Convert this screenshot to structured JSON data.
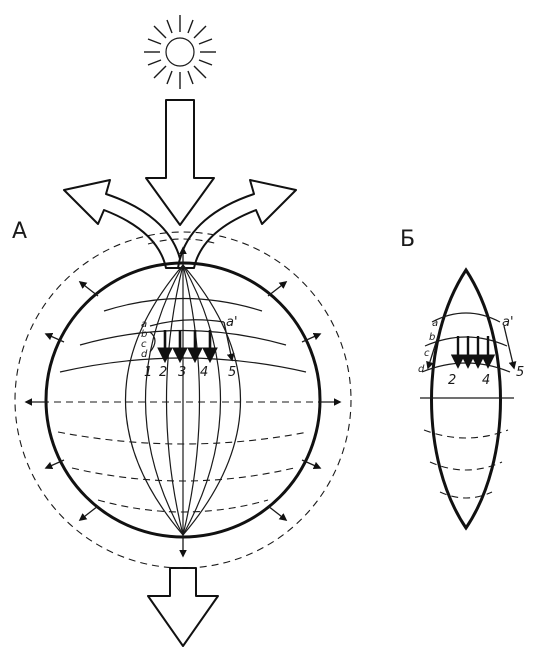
{
  "panels": {
    "a": {
      "label": "А"
    },
    "b": {
      "label": "Б"
    }
  },
  "labels": {
    "a_a": "a",
    "a_b": "b",
    "a_c": "c",
    "a_d": "d",
    "a_a_prime": "a'",
    "a_n1": "1",
    "a_n2": "2",
    "a_n3": "3",
    "a_n4": "4",
    "a_n5": "5",
    "b_a": "a",
    "b_b": "b",
    "b_c": "c",
    "b_d": "d",
    "b_a_prime": "a'",
    "b_n2": "2",
    "b_n4": "4",
    "b_n5": "5"
  },
  "icons": {
    "sun": "sun-icon",
    "arrow_in": "incoming-radiation-arrow",
    "arrow_out": "outgoing-radiation-arrow",
    "arrow_left": "reflected-left-arrow",
    "arrow_right": "reflected-right-arrow"
  }
}
